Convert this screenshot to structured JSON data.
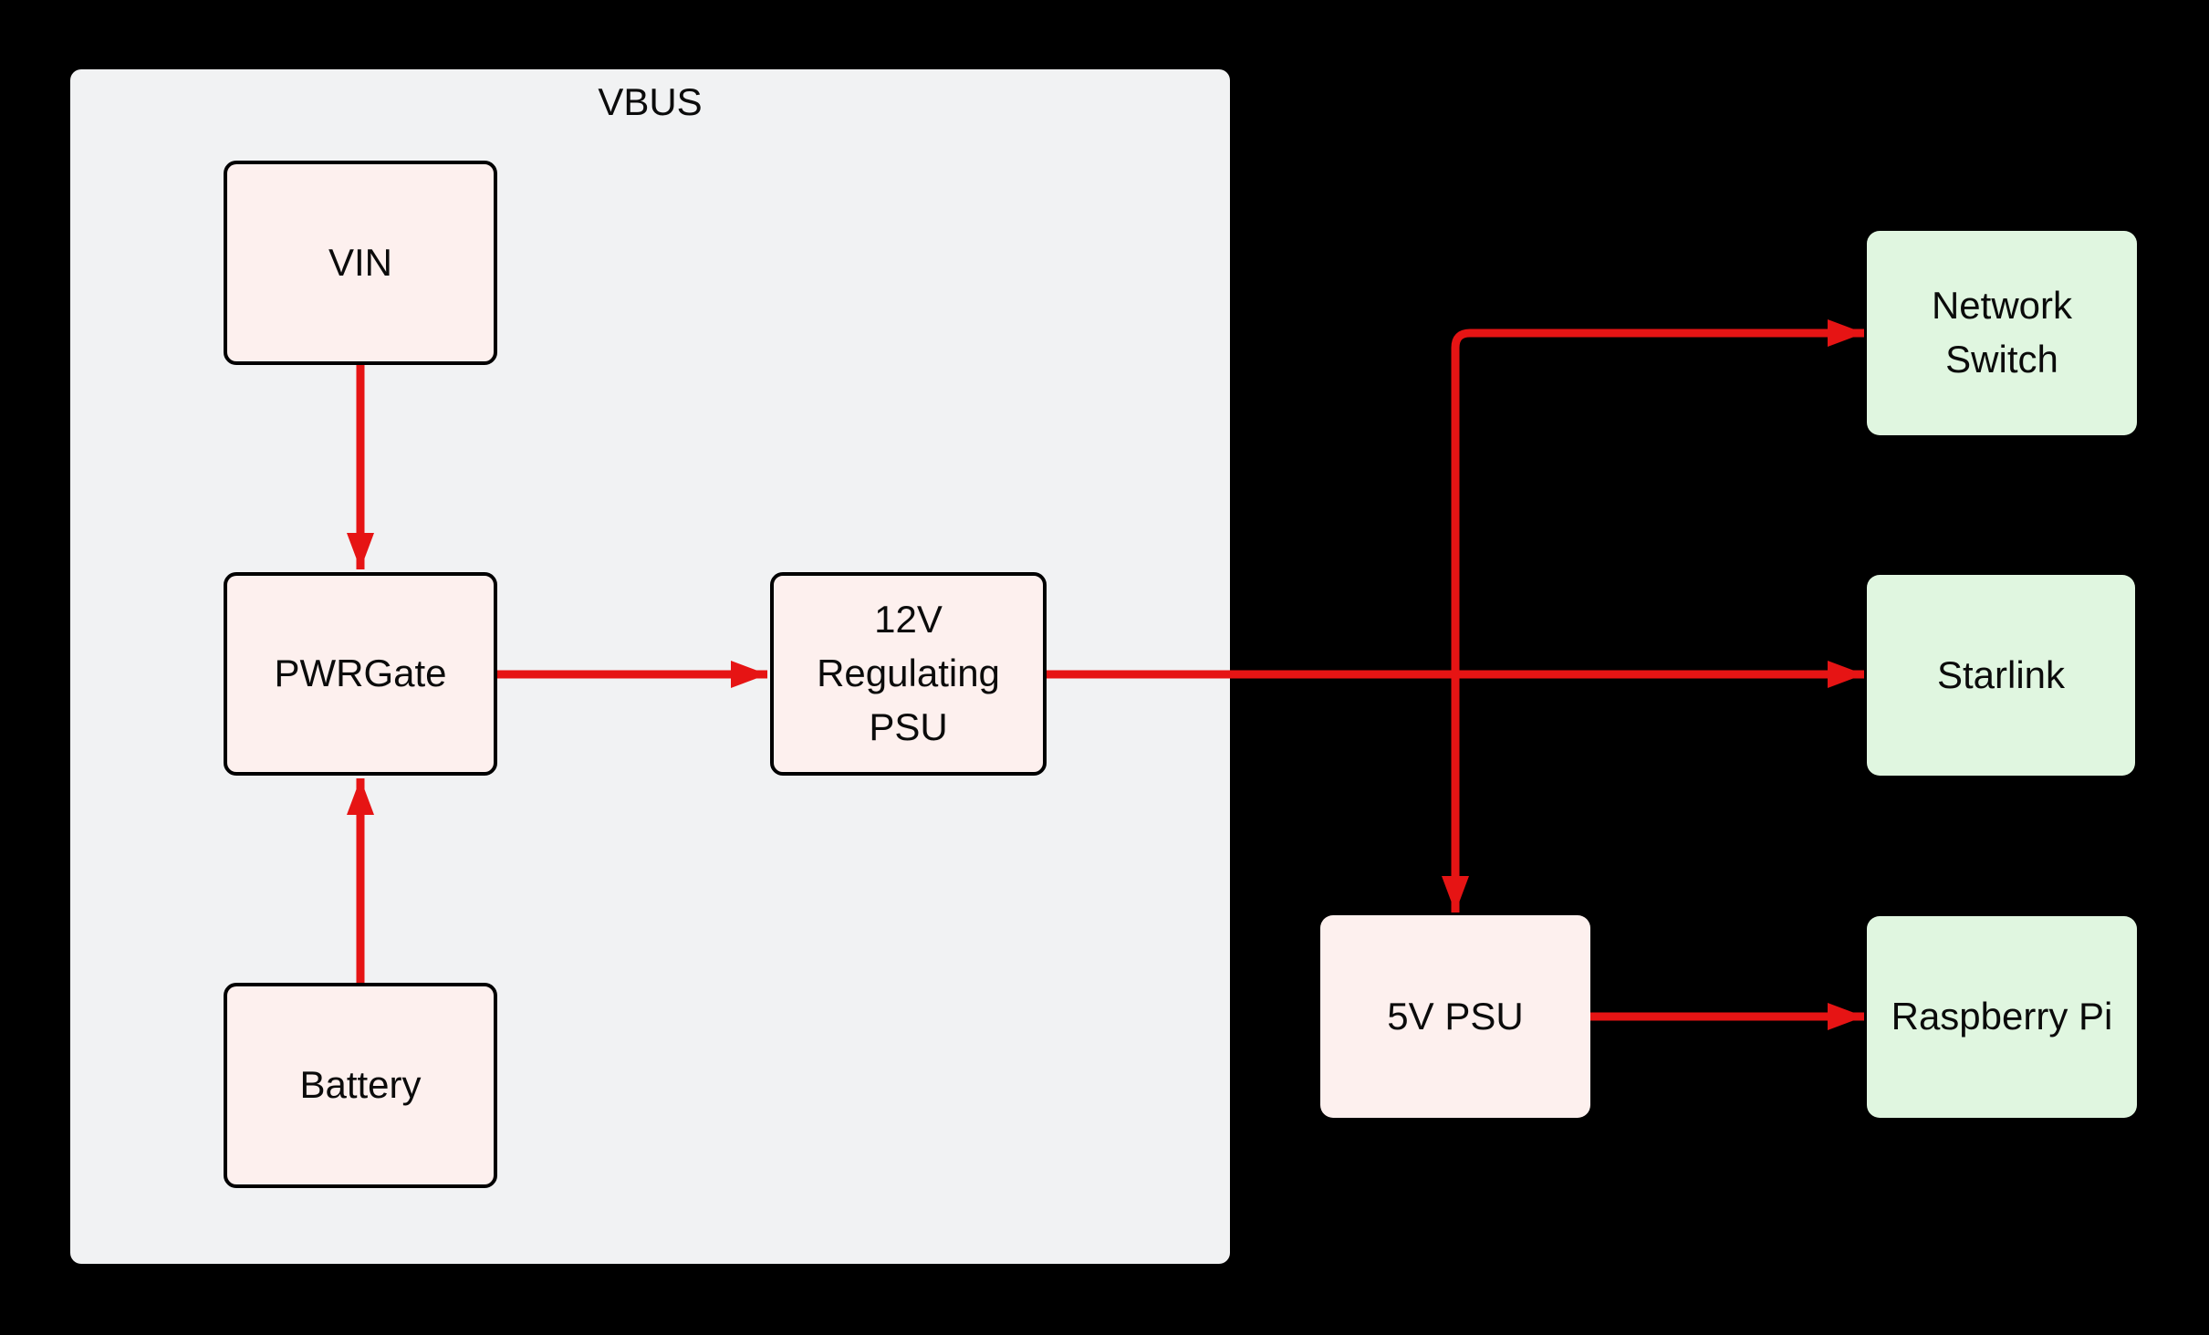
{
  "diagram": {
    "container": {
      "label": "VBUS"
    },
    "nodes": {
      "vin": {
        "label": "VIN"
      },
      "pwrgate": {
        "label": "PWRGate"
      },
      "battery": {
        "label": "Battery"
      },
      "psu12": {
        "label": "12V\nRegulating\nPSU"
      },
      "psu5": {
        "label": "5V PSU"
      },
      "network_switch": {
        "label": "Network\nSwitch"
      },
      "starlink": {
        "label": "Starlink"
      },
      "raspberry_pi": {
        "label": "Raspberry Pi"
      }
    },
    "edges": [
      {
        "from": "VIN",
        "to": "PWRGate"
      },
      {
        "from": "Battery",
        "to": "PWRGate"
      },
      {
        "from": "PWRGate",
        "to": "12V Regulating PSU"
      },
      {
        "from": "12V Regulating PSU",
        "to": "Starlink"
      },
      {
        "from": "12V Regulating PSU",
        "to": "Network Switch"
      },
      {
        "from": "12V Regulating PSU",
        "to": "5V PSU"
      },
      {
        "from": "5V PSU",
        "to": "Raspberry Pi"
      }
    ],
    "colors": {
      "background": "#000000",
      "container_fill": "#f1f2f3",
      "pink_node_fill": "#fdf0ee",
      "pink_node_border": "#000000",
      "green_node_fill": "#e0f6e0",
      "edge_red": "#e61414",
      "text": "#0b0b0b"
    }
  }
}
